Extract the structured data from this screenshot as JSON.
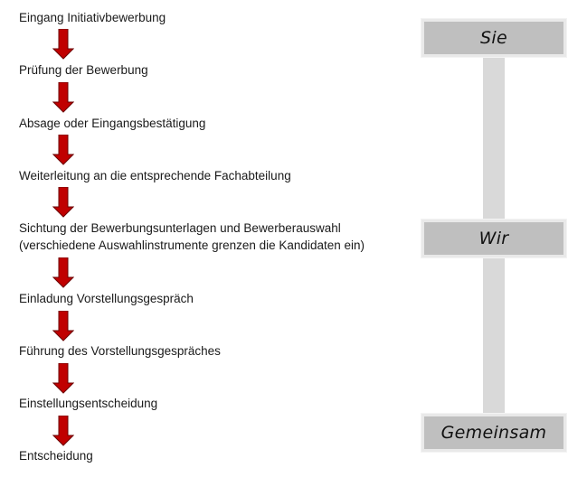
{
  "steps": [
    "Eingang Initiativbewerbung",
    "Prüfung der Bewerbung",
    "Absage oder Eingangsbestätigung",
    "Weiterleitung an die entsprechende Fachabteilung",
    "Sichtung der Bewerbungsunterlagen und Bewerberauswahl",
    "(verschiedene Auswahlinstrumente grenzen die Kandidaten ein)",
    "Einladung Vorstellungsgespräch",
    "Führung des Vorstellungsgespräches",
    "Einstellungsentscheidung",
    "Entscheidung"
  ],
  "roles": {
    "sie": "Sie",
    "wir": "Wir",
    "gemeinsam": "Gemeinsam"
  },
  "colors": {
    "arrow_fill": "#c00000",
    "arrow_stroke": "#6b0000",
    "role_box": "#bfbfbf",
    "connector_bar": "#d9d9d9"
  }
}
